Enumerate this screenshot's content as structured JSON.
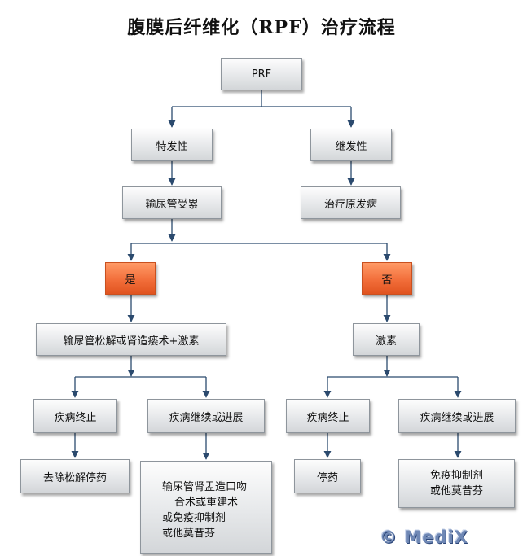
{
  "title": "腹膜后纤维化（RPF）治疗流程",
  "nodes": {
    "root": "PRF",
    "idiopathic": "特发性",
    "secondary": "继发性",
    "ureter_involved": "输尿管受累",
    "treat_primary": "治疗原发病",
    "yes": "是",
    "no": "否",
    "yes_treatment": "输尿管松解或肾造瘘术+激素",
    "no_treatment": "激素",
    "yes_stop": "疾病终止",
    "yes_progress": "疾病继续或进展",
    "no_stop": "疾病终止",
    "no_progress": "疾病继续或进展",
    "remove_release": "去除松解停药",
    "stop_drug": "停药",
    "surgery_lines": [
      "输尿管肾盂造口吻",
      "合术或重建术",
      "或免疫抑制剂",
      "或他莫昔芬"
    ],
    "immuno_lines": [
      "免疫抑制剂",
      "或他莫昔芬"
    ]
  },
  "watermark": "© MediX",
  "colors": {
    "line": "#2b4a6e",
    "orange": "#f26e3a"
  }
}
